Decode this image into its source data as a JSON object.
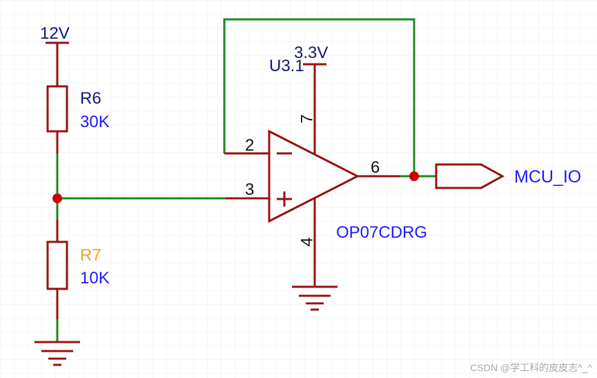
{
  "power": {
    "vcc_left": "12V",
    "vcc_opamp": "3.3V"
  },
  "resistors": [
    {
      "ref": "R6",
      "value": "30K"
    },
    {
      "ref": "R7",
      "value": "10K"
    }
  ],
  "opamp": {
    "ref": "U3.1",
    "part": "OP07CDRG",
    "pins": {
      "inv": "2",
      "noninv": "3",
      "out": "6",
      "vplus": "7",
      "vminus": "4"
    },
    "inv_symbol": "−",
    "noninv_symbol": "+"
  },
  "port": {
    "label": "MCU_IO"
  },
  "watermark": "CSDN @学工科的皮皮志^_^",
  "colors": {
    "wire": "#1a8a1a",
    "component": "#9a1010",
    "junction": "#cc0000",
    "label_blue": "#1a1aff",
    "label_navy": "#15157a",
    "label_orange": "#f0a030",
    "grid": "#ececec"
  }
}
